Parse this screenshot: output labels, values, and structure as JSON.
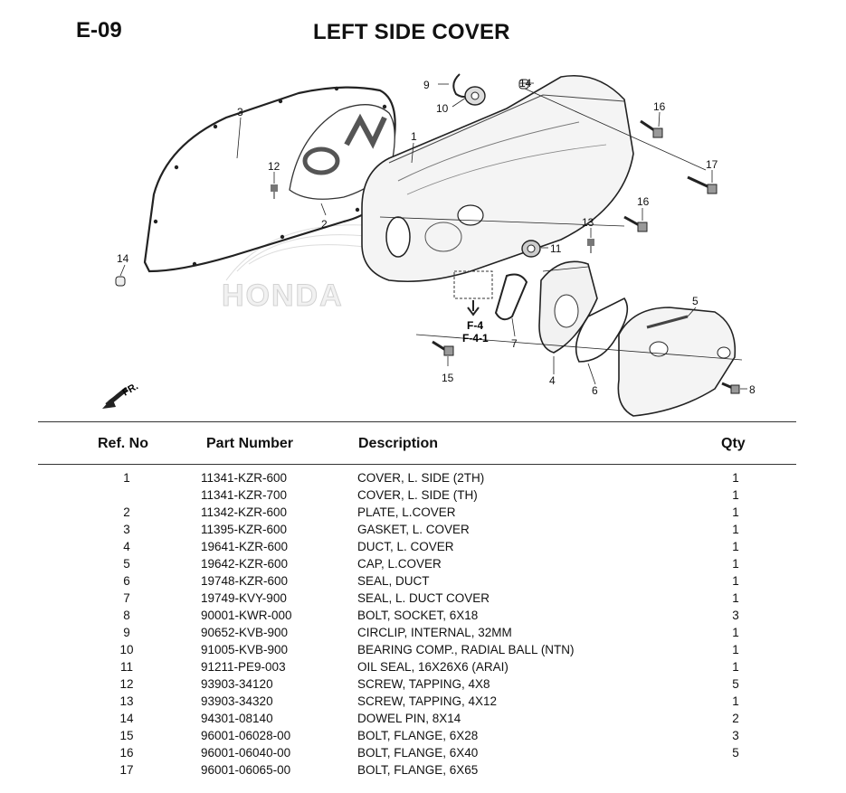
{
  "page": {
    "code": "E-09",
    "title": "LEFT SIDE COVER"
  },
  "diagram": {
    "watermark": "HONDA",
    "callouts": [
      "1",
      "2",
      "3",
      "4",
      "5",
      "6",
      "7",
      "8",
      "9",
      "10",
      "11",
      "12",
      "13",
      "14",
      "14",
      "15",
      "16",
      "16",
      "17"
    ],
    "ref_f4": "F-4",
    "ref_f41": "F-4-1",
    "fr_label": "FR."
  },
  "table": {
    "headers": {
      "ref": "Ref. No",
      "part": "Part Number",
      "desc": "Description",
      "qty": "Qty"
    },
    "rows": [
      {
        "ref": "1",
        "part": "11341-KZR-600",
        "desc": "COVER, L. SIDE (2TH)",
        "qty": "1"
      },
      {
        "ref": "",
        "part": "11341-KZR-700",
        "desc": "COVER, L. SIDE (TH)",
        "qty": "1"
      },
      {
        "ref": "2",
        "part": "11342-KZR-600",
        "desc": "PLATE, L.COVER",
        "qty": "1"
      },
      {
        "ref": "3",
        "part": "11395-KZR-600",
        "desc": "GASKET, L. COVER",
        "qty": "1"
      },
      {
        "ref": "4",
        "part": "19641-KZR-600",
        "desc": "DUCT, L. COVER",
        "qty": "1"
      },
      {
        "ref": "5",
        "part": "19642-KZR-600",
        "desc": "CAP, L.COVER",
        "qty": "1"
      },
      {
        "ref": "6",
        "part": "19748-KZR-600",
        "desc": "SEAL, DUCT",
        "qty": "1"
      },
      {
        "ref": "7",
        "part": "19749-KVY-900",
        "desc": "SEAL, L. DUCT COVER",
        "qty": "1"
      },
      {
        "ref": "8",
        "part": "90001-KWR-000",
        "desc": "BOLT, SOCKET, 6X18",
        "qty": "3"
      },
      {
        "ref": "9",
        "part": "90652-KVB-900",
        "desc": "CIRCLIP, INTERNAL, 32MM",
        "qty": "1"
      },
      {
        "ref": "10",
        "part": "91005-KVB-900",
        "desc": "BEARING COMP., RADIAL BALL (NTN)",
        "qty": "1"
      },
      {
        "ref": "11",
        "part": "91211-PE9-003",
        "desc": "OIL SEAL, 16X26X6 (ARAI)",
        "qty": "1"
      },
      {
        "ref": "12",
        "part": "93903-34120",
        "desc": "SCREW, TAPPING, 4X8",
        "qty": "5"
      },
      {
        "ref": "13",
        "part": "93903-34320",
        "desc": "SCREW, TAPPING, 4X12",
        "qty": "1"
      },
      {
        "ref": "14",
        "part": "94301-08140",
        "desc": "DOWEL PIN, 8X14",
        "qty": "2"
      },
      {
        "ref": "15",
        "part": "96001-06028-00",
        "desc": "BOLT, FLANGE, 6X28",
        "qty": "3"
      },
      {
        "ref": "16",
        "part": "96001-06040-00",
        "desc": "BOLT, FLANGE, 6X40",
        "qty": "5"
      },
      {
        "ref": "17",
        "part": "96001-06065-00",
        "desc": "BOLT, FLANGE, 6X65",
        "qty": ""
      }
    ]
  }
}
